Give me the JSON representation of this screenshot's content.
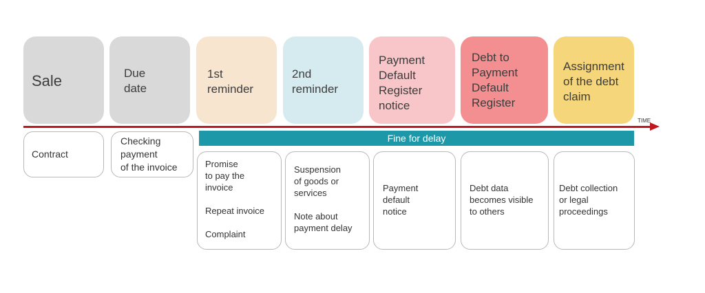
{
  "stages": [
    {
      "label": "Sale",
      "color": "#d9d9d9"
    },
    {
      "label": "Due\ndate",
      "color": "#d9d9d9"
    },
    {
      "label": "1st\nreminder",
      "color": "#f7e5d0"
    },
    {
      "label": "2nd\nreminder",
      "color": "#d5ebf0"
    },
    {
      "label": "Payment\nDefault\nRegister\nnotice",
      "color": "#f8c5c8"
    },
    {
      "label": "Debt to\nPayment\nDefault\nRegister",
      "color": "#f38f90"
    },
    {
      "label": "Assignment\nof the debt\nclaim",
      "color": "#f6d67a"
    }
  ],
  "timeline": {
    "label": "TIME",
    "color": "#c0161e"
  },
  "fine": {
    "label": "Fine for delay",
    "color": "#1d98a9"
  },
  "details": [
    {
      "text": "Contract"
    },
    {
      "text": "Checking\npayment\nof the invoice"
    },
    {
      "text": "Promise\nto pay the\ninvoice\n\nRepeat invoice\n\nComplaint"
    },
    {
      "text": "Suspension\nof goods or\nservices\n\nNote about\npayment delay"
    },
    {
      "text": "Payment\ndefault\nnotice"
    },
    {
      "text": "Debt data\nbecomes visible\nto others"
    },
    {
      "text": "Debt collection\nor legal\nproceedings"
    }
  ]
}
